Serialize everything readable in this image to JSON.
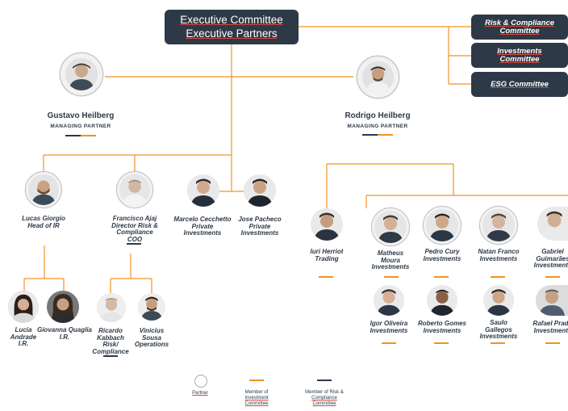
{
  "executive": {
    "line1": "Executive Committee",
    "line2": "Executive Partners"
  },
  "committees": [
    {
      "line1": "Risk & Compliance",
      "line2": "Committee"
    },
    {
      "line1": "Investments",
      "line2": "Committee"
    },
    {
      "line1": "ESG Committee",
      "line2": ""
    }
  ],
  "partners": [
    {
      "name": "Gustavo Heilberg",
      "role": "MANAGING PARTNER"
    },
    {
      "name": "Rodrigo Heilberg",
      "role": "MANAGING PARTNER"
    }
  ],
  "people": {
    "lucas_giorgio": [
      "Lucas Giorgio",
      "Head of IR"
    ],
    "francisco_ajaj": [
      "Francisco Ajaj",
      "Director Risk &",
      "Compliance",
      "COO"
    ],
    "marcelo_cecchetto": [
      "Marcelo Cecchetto",
      "Private",
      "Investments"
    ],
    "jose_pacheco": [
      "Jose Pacheco",
      "Private",
      "Investments"
    ],
    "iuri_herriot": [
      "Iuri Herriot",
      "Trading"
    ],
    "matheus_moura": [
      "Matheus",
      "Moura",
      "Investments"
    ],
    "pedro_cury": [
      "Pedro Cury",
      "Investments"
    ],
    "natan_franco": [
      "Natan Franco",
      "Investments"
    ],
    "gabriel_guimaraes": [
      "Gabriel",
      "Guimarães",
      "Investments"
    ],
    "lucia_andrade": [
      "Lucia",
      "Andrade",
      "I.R."
    ],
    "giovanna_quaglia": [
      "Giovanna Quaglia",
      "I.R."
    ],
    "ricardo_kabbach": [
      "Ricardo",
      "Kabbach",
      "Risk/",
      "Compliance"
    ],
    "vinicius_sousa": [
      "Vinicius",
      "Sousa",
      "Operations"
    ],
    "igor_oliveira": [
      "Igor Oliveira",
      "Investments"
    ],
    "roberto_gomes": [
      "Roberto Gomes",
      "Investments"
    ],
    "saulo_gallegos": [
      "Saulo",
      "Gallegos",
      "Investments"
    ],
    "rafael_prado": [
      "Rafael Prado",
      "Investments"
    ]
  },
  "legend": {
    "partner": "Partner",
    "investment": [
      "Member of",
      "Investment",
      "Committee"
    ],
    "risk": [
      "Member of Risk &",
      "Compliance",
      "Committee"
    ]
  },
  "colors": {
    "orange": "#f29222",
    "navy": "#2e3947"
  }
}
